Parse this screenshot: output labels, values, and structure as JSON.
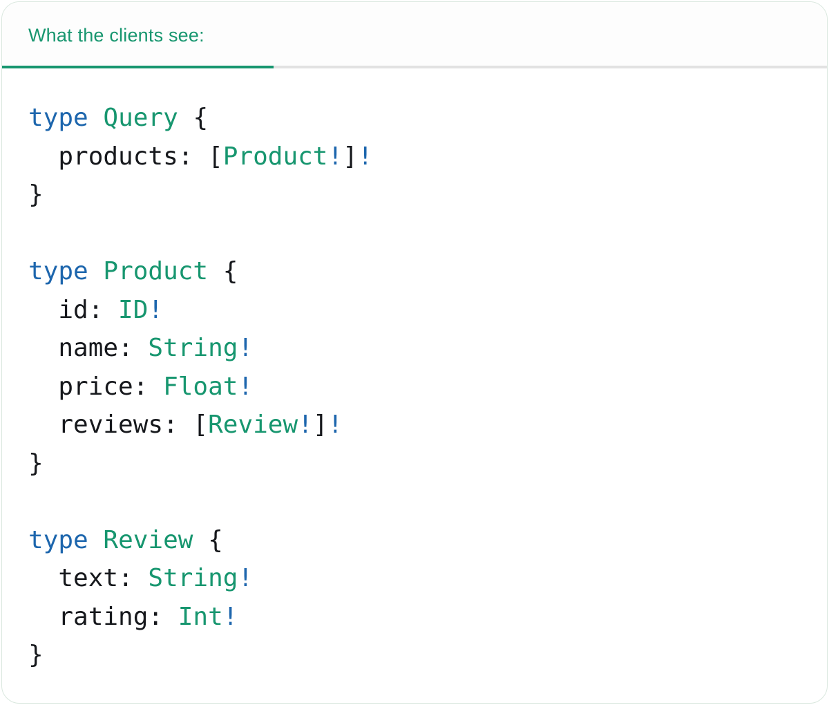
{
  "tab_bar": {
    "active_tab_label": "What the clients see:"
  },
  "colors": {
    "accent": "#17966f",
    "keyword": "#1d66ad",
    "type": "#17966f",
    "plain": "#16181c",
    "bang": "#1d66ad",
    "divider": "#e2e2e2",
    "border": "#d9e7de"
  },
  "code": {
    "language": "graphql",
    "lines": [
      [
        {
          "t": "type",
          "c": "keyword"
        },
        {
          "t": " ",
          "c": "plain"
        },
        {
          "t": "Query",
          "c": "type"
        },
        {
          "t": " {",
          "c": "plain"
        }
      ],
      [
        {
          "t": "  products: [",
          "c": "plain"
        },
        {
          "t": "Product",
          "c": "type"
        },
        {
          "t": "!",
          "c": "bang"
        },
        {
          "t": "]",
          "c": "plain"
        },
        {
          "t": "!",
          "c": "bang"
        }
      ],
      [
        {
          "t": "}",
          "c": "plain"
        }
      ],
      [],
      [
        {
          "t": "type",
          "c": "keyword"
        },
        {
          "t": " ",
          "c": "plain"
        },
        {
          "t": "Product",
          "c": "type"
        },
        {
          "t": " {",
          "c": "plain"
        }
      ],
      [
        {
          "t": "  id: ",
          "c": "plain"
        },
        {
          "t": "ID",
          "c": "type"
        },
        {
          "t": "!",
          "c": "bang"
        }
      ],
      [
        {
          "t": "  name: ",
          "c": "plain"
        },
        {
          "t": "String",
          "c": "type"
        },
        {
          "t": "!",
          "c": "bang"
        }
      ],
      [
        {
          "t": "  price: ",
          "c": "plain"
        },
        {
          "t": "Float",
          "c": "type"
        },
        {
          "t": "!",
          "c": "bang"
        }
      ],
      [
        {
          "t": "  reviews: [",
          "c": "plain"
        },
        {
          "t": "Review",
          "c": "type"
        },
        {
          "t": "!",
          "c": "bang"
        },
        {
          "t": "]",
          "c": "plain"
        },
        {
          "t": "!",
          "c": "bang"
        }
      ],
      [
        {
          "t": "}",
          "c": "plain"
        }
      ],
      [],
      [
        {
          "t": "type",
          "c": "keyword"
        },
        {
          "t": " ",
          "c": "plain"
        },
        {
          "t": "Review",
          "c": "type"
        },
        {
          "t": " {",
          "c": "plain"
        }
      ],
      [
        {
          "t": "  text: ",
          "c": "plain"
        },
        {
          "t": "String",
          "c": "type"
        },
        {
          "t": "!",
          "c": "bang"
        }
      ],
      [
        {
          "t": "  rating: ",
          "c": "plain"
        },
        {
          "t": "Int",
          "c": "type"
        },
        {
          "t": "!",
          "c": "bang"
        }
      ],
      [
        {
          "t": "}",
          "c": "plain"
        }
      ]
    ]
  }
}
